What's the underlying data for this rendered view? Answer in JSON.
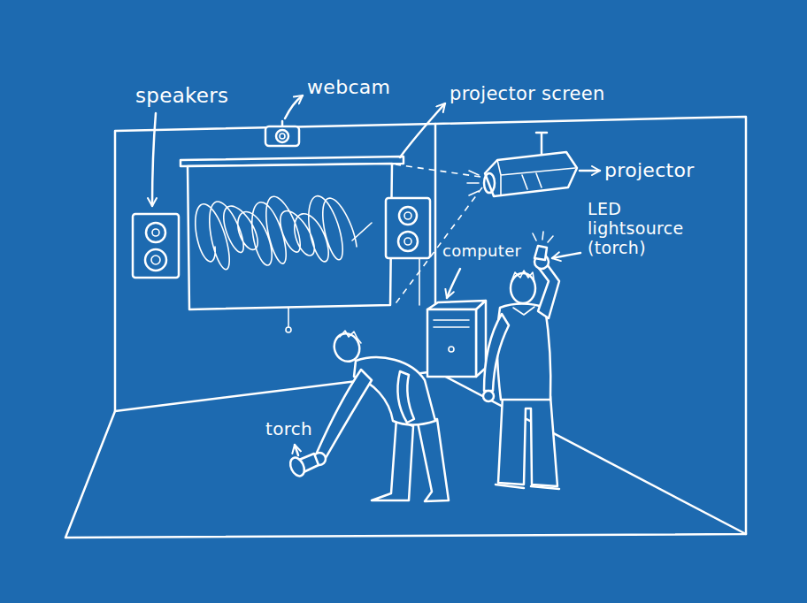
{
  "diagram": {
    "labels": [
      "speakers",
      "webcam",
      "projector screen",
      "projector",
      "LED lightsource (torch)",
      "computer",
      "torch"
    ]
  }
}
